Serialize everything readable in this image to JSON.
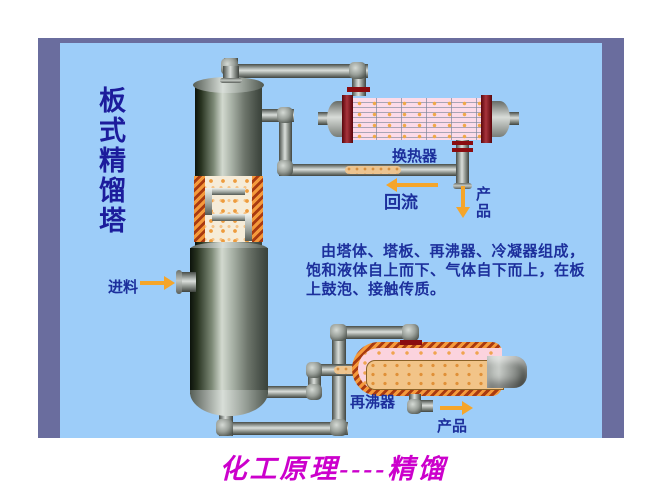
{
  "slide": {
    "side_title": "板式精馏塔",
    "labels": {
      "condenser": "换热器",
      "reflux": "回流",
      "product_top": "产品",
      "feed": "进料",
      "reboiler": "再沸器",
      "product_bottom": "产品"
    },
    "description_lines": [
      "由塔体、塔板、再沸器、冷凝器组成，",
      "饱和液体自上而下、气体自下而上，在板",
      "上鼓泡、接触传质。"
    ],
    "caption": "化工原理----精馏",
    "colors": {
      "slide_bg": "#9dcdf9",
      "frame": "#6a6d9e",
      "title_text": "#1c1c9c",
      "label_text": "#1c2f9c",
      "arrow": "#f5a52a",
      "caption_text": "#cc00cc",
      "flange_maroon": "#7a0c14",
      "hatch_orange": "#f59a3c"
    }
  }
}
